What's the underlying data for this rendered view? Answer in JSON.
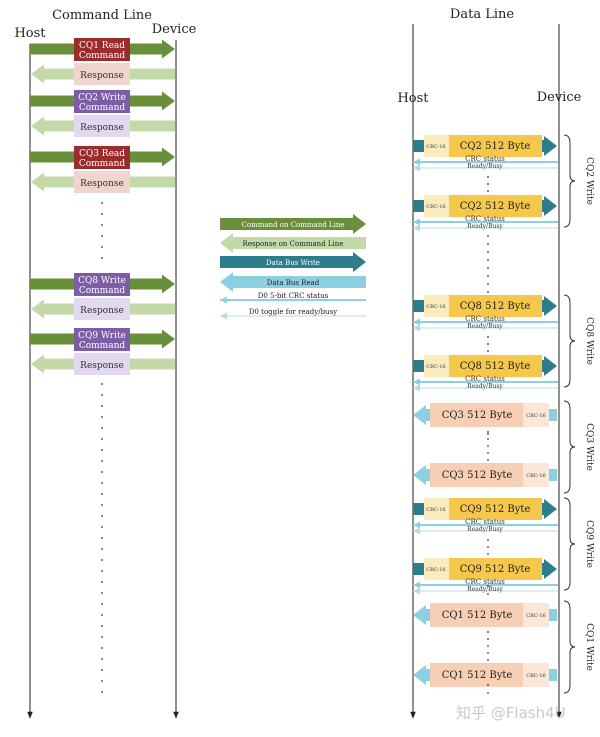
{
  "command_line": {
    "title": "Command Line",
    "host_label": "Host",
    "device_label": "Device",
    "commands": [
      {
        "name": "CQ1 Read Command",
        "line1": "CQ1 Read",
        "line2": "Command",
        "response": "Response",
        "color": "#9b2c2c",
        "response_color": "#f0d4d0"
      },
      {
        "name": "CQ2 Write Command",
        "line1": "CQ2 Write",
        "line2": "Command",
        "response": "Response",
        "color": "#7d5ea6",
        "response_color": "#e2d8ef"
      },
      {
        "name": "CQ3 Read Command",
        "line1": "CQ3 Read",
        "line2": "Command",
        "response": "Response",
        "color": "#9b2c2c",
        "response_color": "#f0d4d0"
      },
      {
        "name": "CQ8 Write Command",
        "line1": "CQ8 Write",
        "line2": "Command",
        "response": "Response",
        "color": "#7d5ea6",
        "response_color": "#e2d8ef"
      },
      {
        "name": "CQ9 Write Command",
        "line1": "CQ9 Write",
        "line2": "Command",
        "response": "Response",
        "color": "#7d5ea6",
        "response_color": "#e2d8ef"
      }
    ]
  },
  "legend": {
    "items": [
      {
        "label": "Command on Command Line",
        "kind": "command"
      },
      {
        "label": "Response on Command Line",
        "kind": "response"
      },
      {
        "label": "Data Bus Write",
        "kind": "bus-write"
      },
      {
        "label": "Data Bus Read",
        "kind": "bus-read"
      },
      {
        "label": "D0 5-bit CRC status",
        "kind": "crc"
      },
      {
        "label": "D0 toggle for ready/busy",
        "kind": "busy"
      }
    ]
  },
  "data_line": {
    "title": "Data Line",
    "host_label": "Host",
    "device_label": "Device",
    "crc_label": "CRC-16",
    "crc_status_label": "CRC status",
    "ready_busy_label": "Ready/Busy",
    "groups": [
      {
        "label": "CQ2 Write",
        "blocks": [
          {
            "label": "CQ2 512 Byte",
            "direction": "write"
          },
          {
            "label": "CQ2 512 Byte",
            "direction": "write"
          }
        ]
      },
      {
        "label": "CQ8 Write",
        "blocks": [
          {
            "label": "CQ8 512 Byte",
            "direction": "write"
          },
          {
            "label": "CQ8 512 Byte",
            "direction": "write"
          }
        ]
      },
      {
        "label": "CQ3 Write",
        "blocks": [
          {
            "label": "CQ3 512 Byte",
            "direction": "read"
          },
          {
            "label": "CQ3 512 Byte",
            "direction": "read"
          }
        ]
      },
      {
        "label": "CQ9 Write",
        "blocks": [
          {
            "label": "CQ9 512 Byte",
            "direction": "write"
          },
          {
            "label": "CQ9 512 Byte",
            "direction": "write"
          }
        ]
      },
      {
        "label": "CQ1 Write",
        "blocks": [
          {
            "label": "CQ1 512 Byte",
            "direction": "read"
          },
          {
            "label": "CQ1 512 Byte",
            "direction": "read"
          }
        ]
      }
    ]
  },
  "colors": {
    "command_arrow": "#6a8f3a",
    "response_arrow": "#c4d9a8",
    "bus_write": "#2e7d8c",
    "bus_read": "#8ccfe0",
    "crc_line": "#8ccfe0",
    "busy_line": "#b9dcea",
    "write_block": "#f5c74a",
    "write_crc": "#fbecc0",
    "read_block": "#f6cfb4",
    "read_crc": "#fbe6d9"
  },
  "watermark": "知乎 @Flash4U"
}
